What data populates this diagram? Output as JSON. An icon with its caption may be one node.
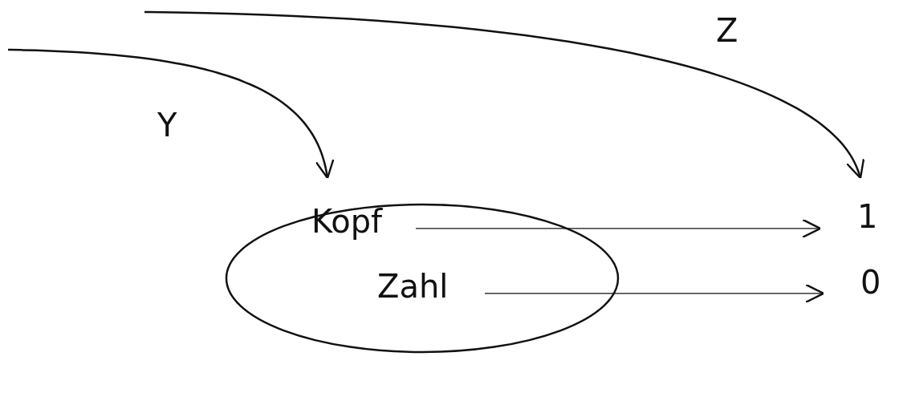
{
  "diagram": {
    "nodes": [
      {
        "text": [],
        "shape": "ellipse"
      },
      {
        "text": [
          "Kopf"
        ],
        "in": 0
      },
      {
        "text": [
          "Zahl"
        ],
        "in": 0
      },
      {
        "text": [
          "1"
        ]
      },
      {
        "text": [
          "0"
        ]
      }
    ],
    "edges": [
      {
        "from": null,
        "to": 0,
        "arrow": "to",
        "label": "Y"
      },
      {
        "from": null,
        "to": 3,
        "arrow": "to",
        "label": "Z"
      },
      {
        "from": 1,
        "to": 3,
        "arrow": "to"
      },
      {
        "from": 2,
        "to": 4,
        "arrow": "to"
      }
    ]
  }
}
